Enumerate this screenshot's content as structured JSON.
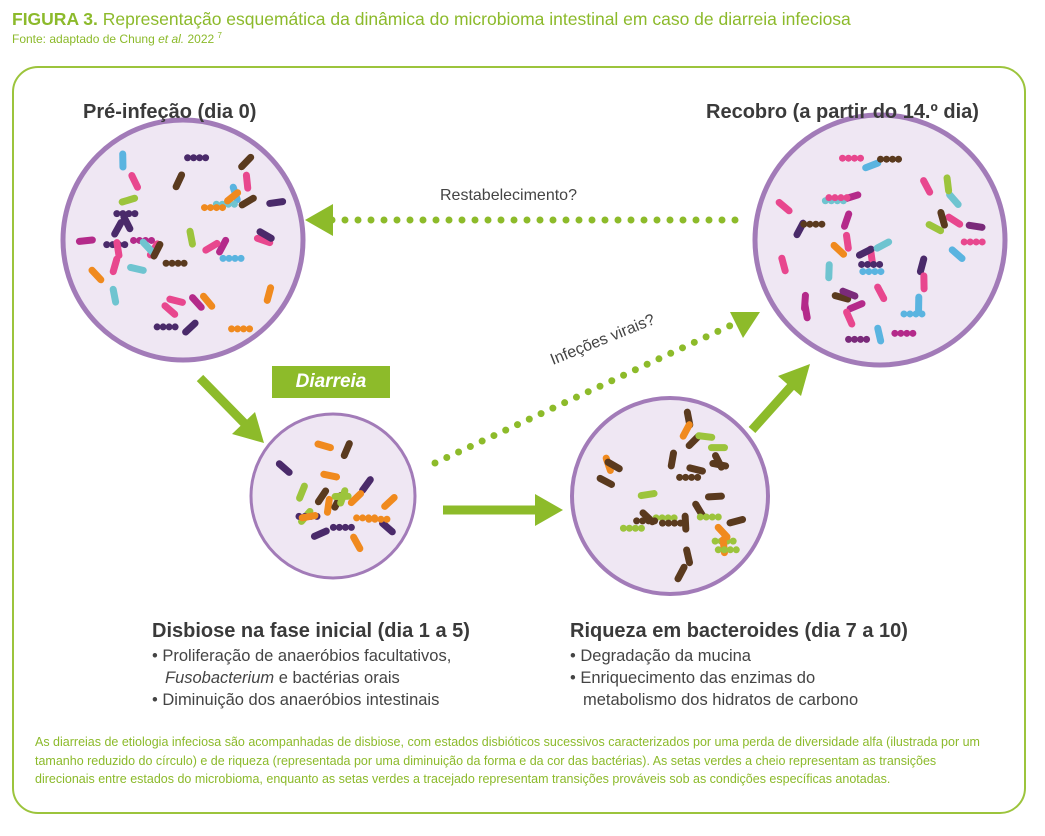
{
  "figure": {
    "label": "FIGURA 3.",
    "title": " Representação esquemática da dinâmica do microbioma intestinal em caso de diarreia infeciosa",
    "source_prefix": "Fonte: adaptado de Chung ",
    "source_italic": "et al.",
    "source_year": " 2022",
    "source_ref": "7"
  },
  "states": {
    "pre": {
      "title": "Pré-infeção (dia 0)"
    },
    "recovery": {
      "title": "Recobro (a partir do 14.º dia)"
    },
    "dysbiosis": {
      "title": "Disbiose na fase inicial (dia 1 a 5)",
      "bullets": [
        "• Proliferação de anaeróbios facultativos,",
        "Fusobacterium",
        " e bactérias orais",
        "• Diminuição dos anaeróbios intestinais"
      ]
    },
    "bacteroides": {
      "title": "Riqueza em bacteroides (dia 7 a 10)",
      "bullets": [
        "• Degradação da mucina",
        "• Enriquecimento das enzimas do",
        "metabolismo dos hidratos de carbono"
      ]
    }
  },
  "transitions": {
    "restore": "Restabelecimento?",
    "viral": "Infeções virais?",
    "diarrhea": "Diarreia"
  },
  "footnote": "As diarreias de etiologia infeciosa são acompanhadas de disbiose, com estados disbióticos sucessivos caracterizados por uma perda de diversidade alfa (ilustrada por um tamanho reduzido do círculo) e de riqueza (representada por uma diminuição da forma e da cor das bactérias). As setas verdes a cheio representam as transições direcionais entre estados do microbioma, enquanto as setas verdes a tracejado representam transições prováveis sob as condições específicas anotadas.",
  "colors": {
    "green": "#8dbb2a",
    "purple": "#a27bb8",
    "circle_fill": "#efe7f3",
    "brown": "#5a3a1e"
  }
}
